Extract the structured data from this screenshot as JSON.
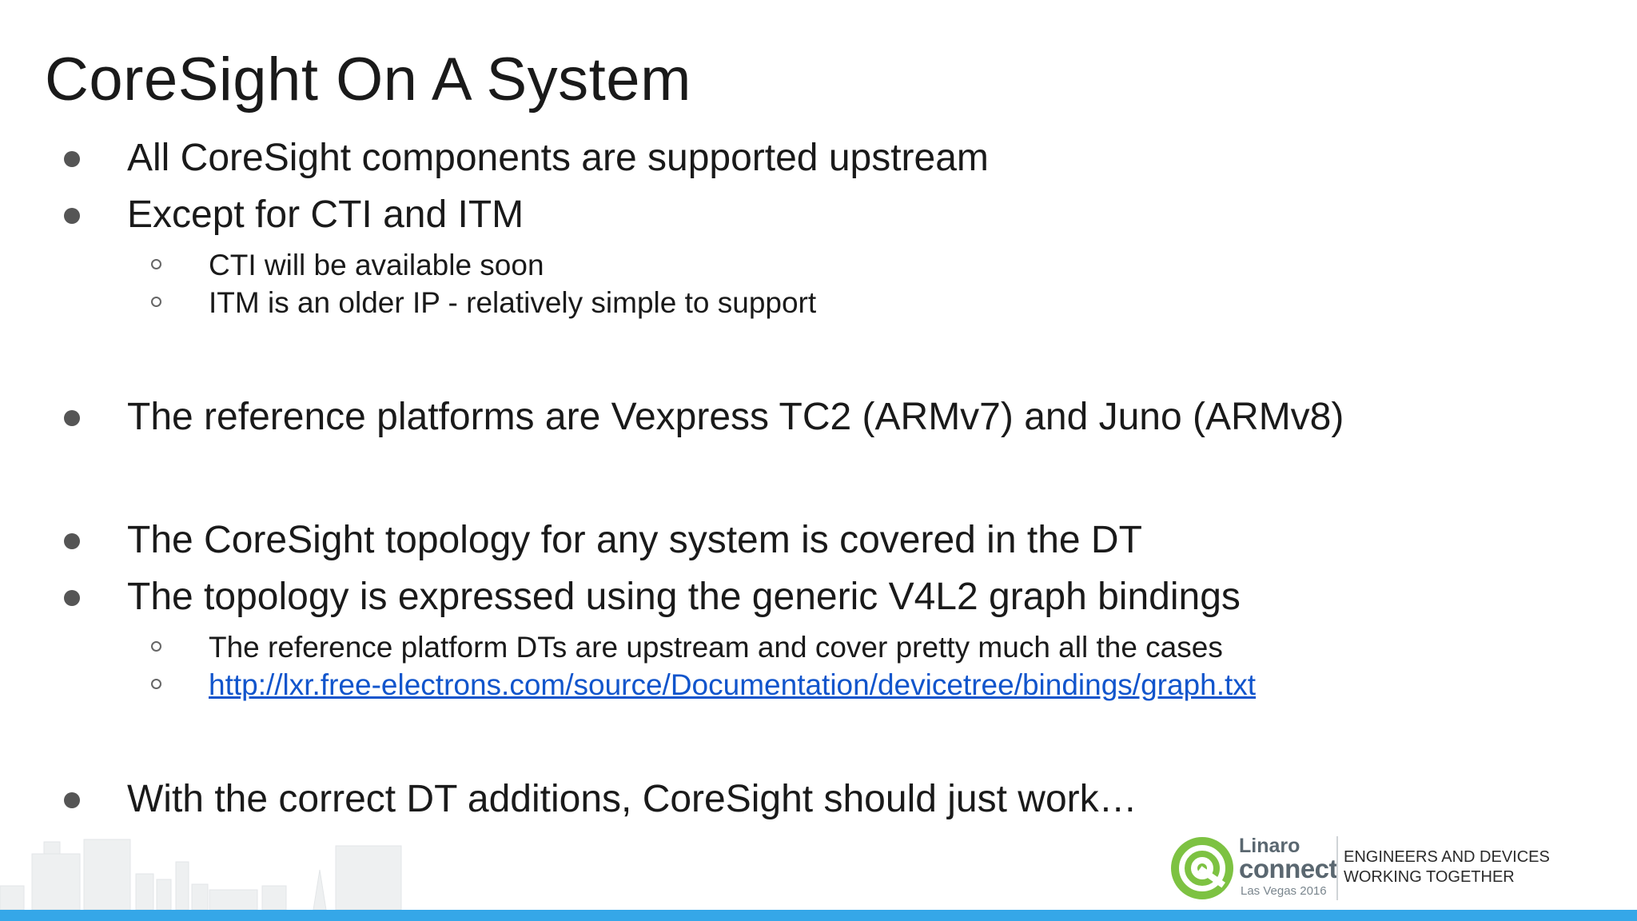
{
  "slide": {
    "title": "CoreSight On A System"
  },
  "bullets": [
    {
      "text": "All CoreSight components are supported upstream",
      "sub": []
    },
    {
      "text": "Except for CTI and ITM",
      "sub": [
        {
          "text": "CTI will be available soon"
        },
        {
          "text": "ITM is an older IP - relatively simple to support"
        }
      ]
    },
    {
      "text": "The reference platforms are Vexpress TC2 (ARMv7) and Juno (ARMv8)",
      "sub": []
    },
    {
      "text": "The CoreSight topology for any system is covered in the DT",
      "sub": []
    },
    {
      "text": "The topology is expressed using the generic V4L2 graph bindings",
      "sub": [
        {
          "text": "The reference platform DTs are upstream and cover pretty much all the cases"
        },
        {
          "text": "http://lxr.free-electrons.com/source/Documentation/devicetree/bindings/graph.txt"
        }
      ]
    },
    {
      "text": "With the correct DT additions, CoreSight should just work…",
      "sub": []
    }
  ],
  "footer": {
    "logo": {
      "name": "Linaro",
      "product": "connect",
      "event": "Las Vegas 2016"
    },
    "tagline_line1": "ENGINEERS AND DEVICES",
    "tagline_line2": "WORKING TOGETHER"
  },
  "colors": {
    "text": "#1a1a1a",
    "link": "#1155cc",
    "logo_green": "#7dc242",
    "bottom_bar": "#35a7e8"
  },
  "icons": [
    "filled-bullet-icon",
    "hollow-bullet-icon",
    "linaro-connect-logo",
    "skyline-illustration"
  ]
}
